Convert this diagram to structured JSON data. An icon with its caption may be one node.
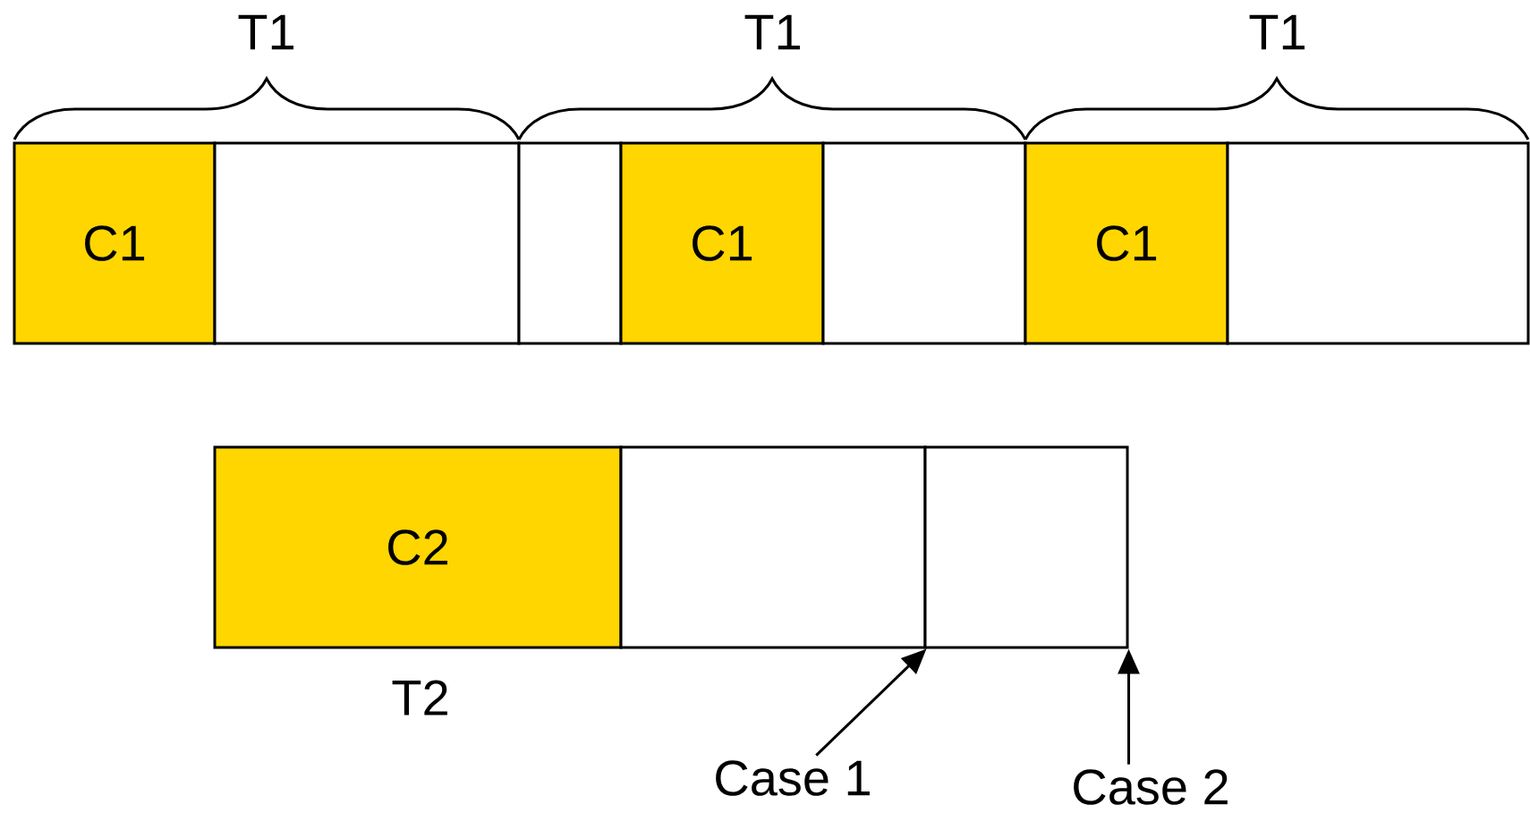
{
  "diagram": {
    "nodes": [
      {
        "text": [
          "C1"
        ]
      },
      {
        "text": [],
        "shape": "box"
      },
      {
        "text": [],
        "shape": "box"
      },
      {
        "text": [
          "C1"
        ]
      },
      {
        "text": [],
        "shape": "box"
      },
      {
        "text": [
          "C1"
        ]
      },
      {
        "text": [],
        "shape": "box"
      },
      {
        "text": [
          "C2"
        ]
      },
      {
        "text": [],
        "shape": "box"
      },
      {
        "text": [],
        "shape": "box"
      },
      {
        "text": [
          "Case 1"
        ]
      },
      {
        "text": [
          "Case 2"
        ]
      }
    ],
    "edges": [
      {
        "from": 10,
        "to": 8,
        "arrow": "to"
      },
      {
        "from": 11,
        "to": 9,
        "arrow": "to"
      }
    ],
    "labels": [
      "T1",
      "T1",
      "T1",
      "T2"
    ]
  }
}
